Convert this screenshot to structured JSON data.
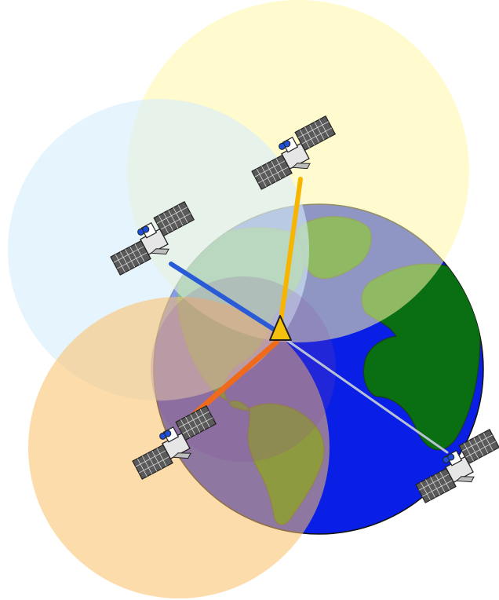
{
  "colors": {
    "background": "#ffffff",
    "ocean": "#0a1fe6",
    "land": "#0a6e12",
    "land_edge": "#1a3d1a",
    "coverage_yellow": "#fff7a8",
    "coverage_blue": "#d6ecfc",
    "coverage_orange": "#fbc066",
    "coverage_purple": "#8a4aa0",
    "ray_yellow": "#f7b500",
    "ray_blue": "#2a5bd6",
    "ray_orange": "#f06a1c",
    "ray_gray": "#b8c2d4",
    "receiver_fill": "#f4c20d",
    "receiver_edge": "#202020"
  },
  "icons": {
    "satellite": "satellite-icon",
    "receiver": "receiver-triangle-icon",
    "earth": "globe-icon"
  },
  "satellites": [
    {
      "id": "top",
      "ray_color": "ray_yellow",
      "coverage_color": "coverage_yellow"
    },
    {
      "id": "left",
      "ray_color": "ray_blue",
      "coverage_color": "coverage_blue"
    },
    {
      "id": "bottom-left",
      "ray_color": "ray_orange",
      "coverage_color": "coverage_orange"
    },
    {
      "id": "bottom-right",
      "ray_color": "ray_gray",
      "coverage_color": "coverage_purple"
    }
  ]
}
